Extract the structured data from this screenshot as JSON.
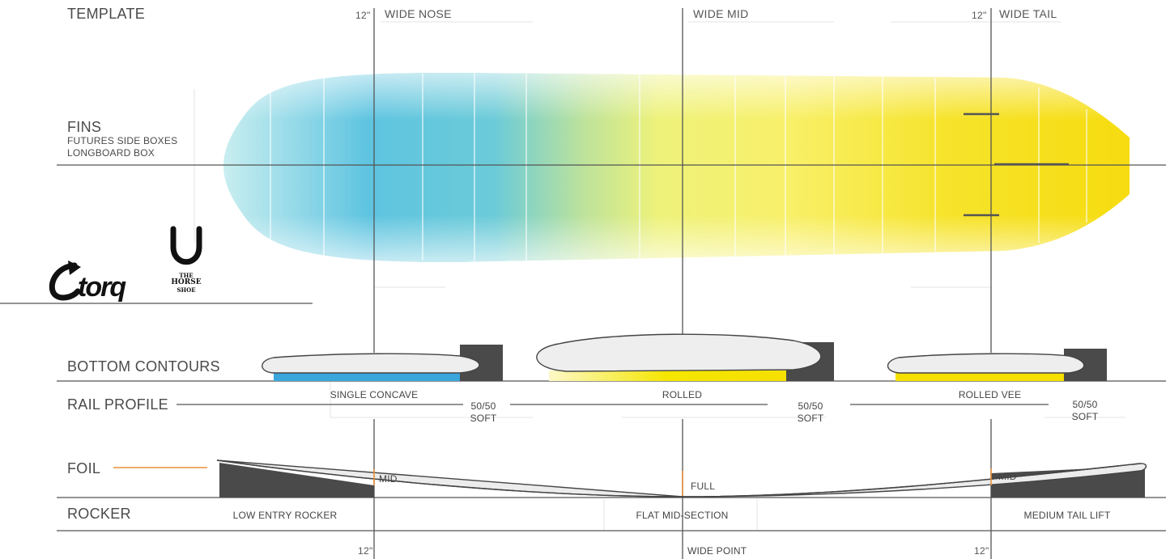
{
  "sections": {
    "template": "TEMPLATE",
    "fins": "FINS",
    "fins_line1": "FUTURES SIDE BOXES",
    "fins_line2": "LONGBOARD BOX",
    "bottom_contours": "BOTTOM  CONTOURS",
    "rail_profile": "RAIL PROFILE",
    "foil": "FOIL",
    "rocker": "ROCKER"
  },
  "columns": {
    "wide_nose": "WIDE NOSE",
    "wide_mid": "WIDE MID",
    "wide_tail": "WIDE TAIL",
    "nose_measure": "12\"",
    "tail_measure": "12\""
  },
  "contours": {
    "nose": "SINGLE CONCAVE",
    "mid": "ROLLED",
    "tail": "ROLLED VEE"
  },
  "rails": {
    "nose_line1": "50/50",
    "nose_line2": "SOFT",
    "mid_line1": "50/50",
    "mid_line2": "SOFT",
    "tail_line1": "50/50",
    "tail_line2": "SOFT"
  },
  "foil": {
    "nose": "MID",
    "mid": "FULL",
    "tail": "MID"
  },
  "rocker": {
    "nose": "LOW ENTRY ROCKER",
    "mid": "FLAT MID-SECTION",
    "tail": "MEDIUM TAIL LIFT"
  },
  "footer": {
    "nose_measure": "12\"",
    "wide_point": "WIDE POINT",
    "tail_measure": "12\""
  },
  "logos": {
    "torq": "torq",
    "horseshoe_line1": "THE",
    "horseshoe_line2": "HORSE",
    "horseshoe_line3": "SHOE"
  },
  "colors": {
    "accent_orange": "#e8913a",
    "rail_dark": "#4a4a4a",
    "nose_blue": "#3aa6dc",
    "tail_yellow": "#f5e000"
  }
}
